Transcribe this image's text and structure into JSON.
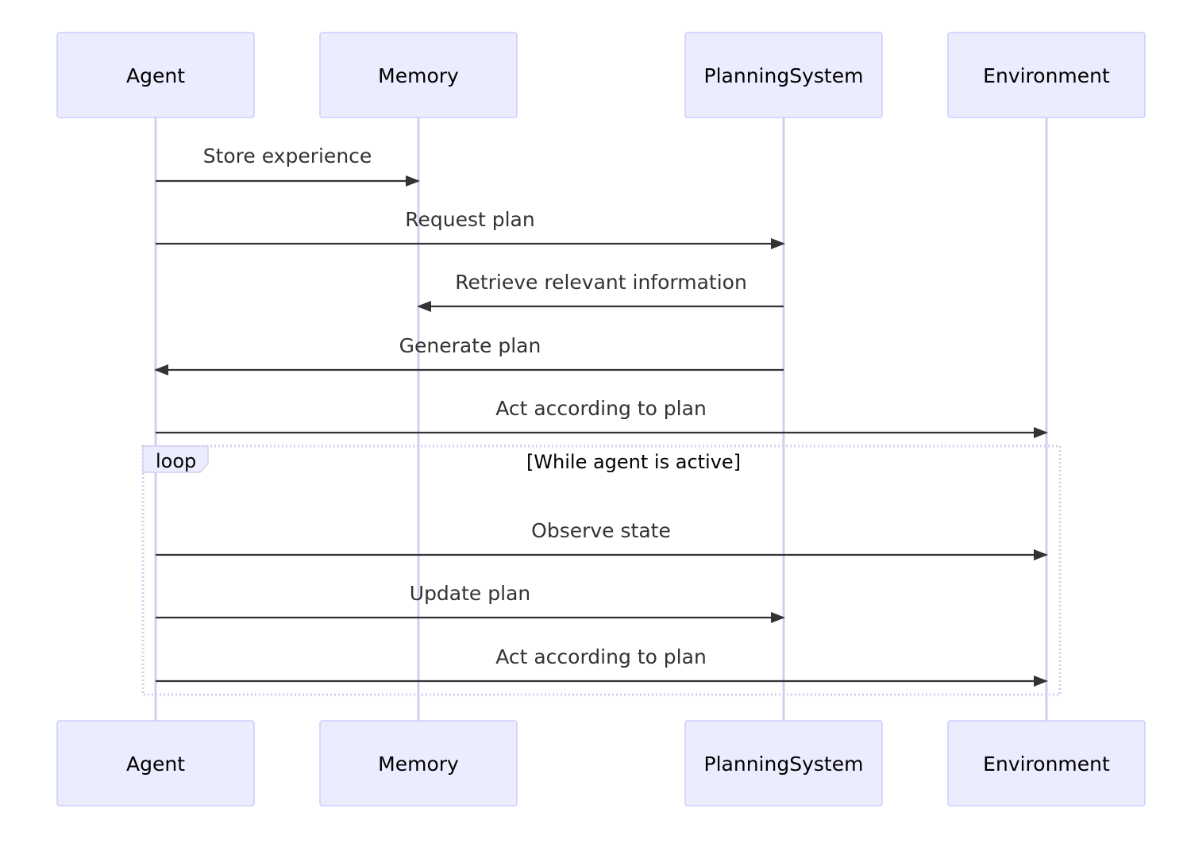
{
  "diagram": {
    "participants": [
      "Agent",
      "Memory",
      "PlanningSystem",
      "Environment"
    ],
    "messages": [
      {
        "from": 0,
        "to": 1,
        "text": "Store experience"
      },
      {
        "from": 0,
        "to": 2,
        "text": "Request plan"
      },
      {
        "from": 2,
        "to": 1,
        "text": "Retrieve relevant information"
      },
      {
        "from": 2,
        "to": 0,
        "text": "Generate plan"
      },
      {
        "from": 0,
        "to": 3,
        "text": "Act according to plan"
      },
      {
        "from": 0,
        "to": 3,
        "text": "Observe state"
      },
      {
        "from": 0,
        "to": 2,
        "text": "Update plan"
      },
      {
        "from": 0,
        "to": 3,
        "text": "Act according to plan"
      }
    ],
    "loop": {
      "label": "loop",
      "condition": "[While agent is active]",
      "first_message": 5,
      "last_message": 7
    },
    "colors": {
      "actor_fill": "#ececff",
      "actor_stroke": "#ccccff",
      "lifeline": "#d6cdee",
      "message": "#333333"
    }
  }
}
